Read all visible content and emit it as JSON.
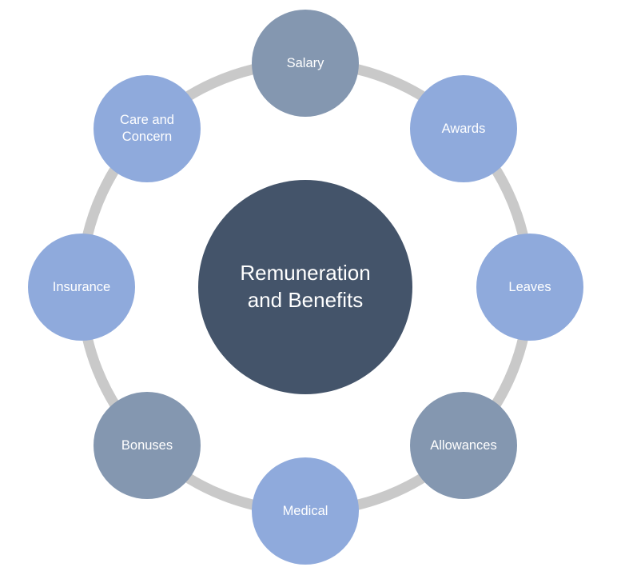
{
  "center": {
    "line1": "Remuneration",
    "line2": "and Benefits",
    "color": "#44546a"
  },
  "ring_color": "#c9c9c9",
  "nodes": [
    {
      "label": "Salary",
      "color": "#8497b0"
    },
    {
      "label": "Awards",
      "color": "#8faadc"
    },
    {
      "label": "Leaves",
      "color": "#8faadc"
    },
    {
      "label": "Allowances",
      "color": "#8497b0"
    },
    {
      "label": "Medical",
      "color": "#8faadc"
    },
    {
      "label": "Bonuses",
      "color": "#8497b0"
    },
    {
      "label": "Insurance",
      "color": "#8faadc"
    },
    {
      "label": "Care and\nConcern",
      "color": "#8faadc"
    }
  ]
}
